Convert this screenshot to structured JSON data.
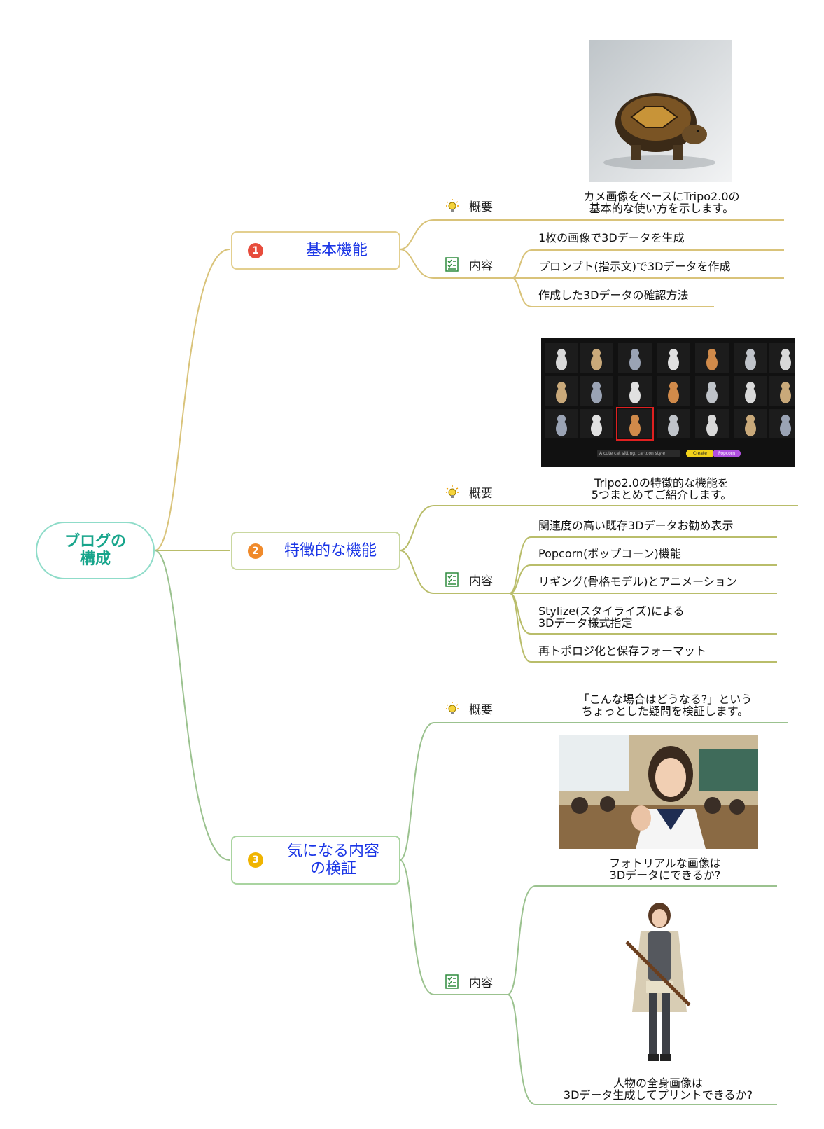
{
  "colors": {
    "branch_gold": "#d9c37a",
    "branch_olive": "#b9bd6a",
    "branch_green": "#9bc28f",
    "root_border": "#8fdcc9",
    "root_text": "#17a58b",
    "topic_text": "#1a35e6",
    "num1": "#e74c3c",
    "num2": "#f08a2b",
    "num3": "#f0b400"
  },
  "root": {
    "label_line1": "ブログの",
    "label_line2": "構成"
  },
  "topics": [
    {
      "number": "1",
      "title": "基本機能",
      "overview_label": "概要",
      "overview_text": [
        "カメ画像をベースにTripo2.0の",
        "基本的な使い方を示します。"
      ],
      "overview_image": "tortoise-photo",
      "content_label": "内容",
      "content_items": [
        "1枚の画像で3Dデータを生成",
        "プロンプト(指示文)で3Dデータを作成",
        "作成した3Dデータの確認方法"
      ]
    },
    {
      "number": "2",
      "title": "特徴的な機能",
      "overview_label": "概要",
      "overview_text": [
        "Tripo2.0の特徴的な機能を",
        "5つまとめてご紹介します。"
      ],
      "overview_image": "cat-model-gallery-screenshot",
      "screenshot_prompt": "A cute cat sitting, cartoon style",
      "screenshot_buttons": [
        "Create",
        "Popcorn"
      ],
      "content_label": "内容",
      "content_items": [
        "関連度の高い既存3Dデータお勧め表示",
        "Popcorn(ポップコーン)機能",
        "リギング(骨格モデル)とアニメーション",
        "Stylize(スタイライズ)による",
        "3Dデータ様式指定",
        "再トポロジ化と保存フォーマット"
      ]
    },
    {
      "number": "3",
      "title_line1": "気になる内容",
      "title_line2": "の検証",
      "overview_label": "概要",
      "overview_text": [
        "「こんな場合はどうなる?」という",
        "ちょっとした疑問を検証します。"
      ],
      "content_label": "内容",
      "content_items": [
        {
          "image": "classroom-student-photo",
          "lines": [
            "フォトリアルな画像は",
            "3Dデータにできるか?"
          ]
        },
        {
          "image": "armored-woman-figure",
          "lines": [
            "人物の全身画像は",
            "3Dデータ生成してプリントできるか?"
          ]
        }
      ]
    }
  ]
}
